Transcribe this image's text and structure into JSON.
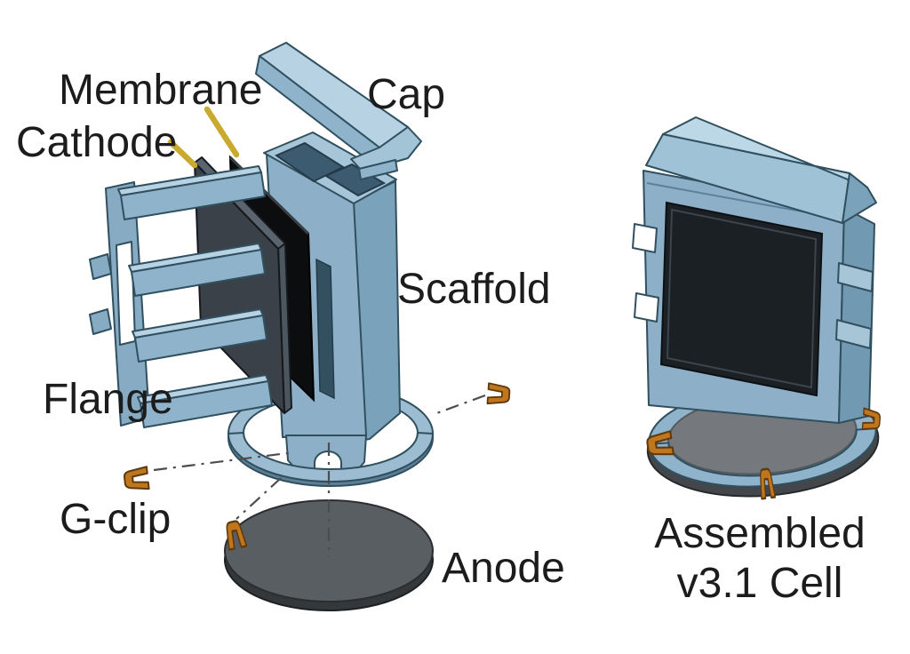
{
  "diagram": {
    "type": "exploded-assembly-figure",
    "exploded_labels": {
      "membrane": "Membrane",
      "cathode": "Cathode",
      "cap": "Cap",
      "scaffold": "Scaffold",
      "flange": "Flange",
      "g_clip": "G-clip",
      "anode": "Anode"
    },
    "assembled_caption": {
      "line1": "Assembled",
      "line2": "v3.1 Cell"
    },
    "colors": {
      "background": "#ffffff",
      "body_blue": "#8fb3cb",
      "body_blue_light": "#b7d3e3",
      "body_blue_dark": "#7199b1",
      "outline_blue": "#30505f",
      "cathode_gray": "#3a4149",
      "membrane_black": "#0b0d0f",
      "anode_gray": "#585e62",
      "clip_orange": "#c0761c",
      "leader_yellow": "#c9a92e",
      "centerline_gray": "#4d4d4d",
      "label_text": "#1c1c1c"
    }
  }
}
